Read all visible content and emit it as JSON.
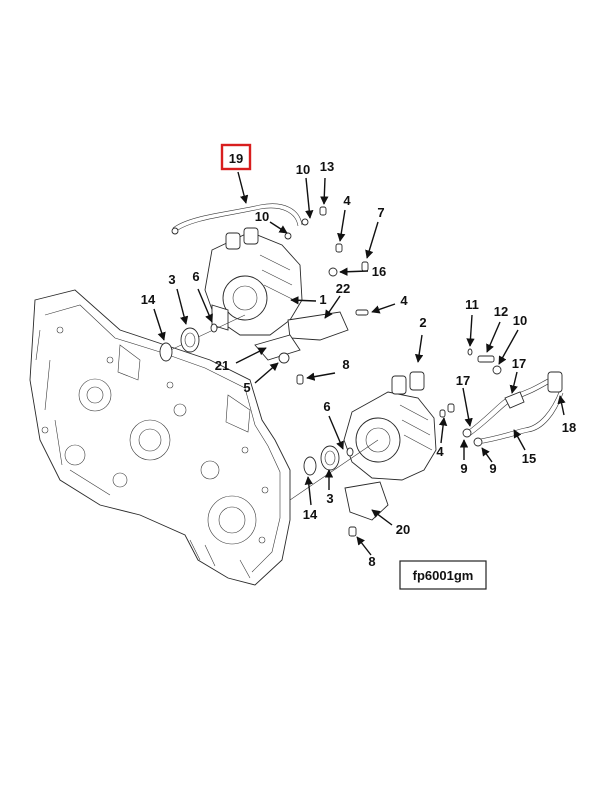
{
  "diagram": {
    "highlighted_callout": "19",
    "reference_code": "fp6001gm",
    "highlight_color": "#d81e1e",
    "callouts": [
      {
        "id": "c19",
        "label": "19"
      },
      {
        "id": "c10a",
        "label": "10"
      },
      {
        "id": "c13",
        "label": "13"
      },
      {
        "id": "c10b",
        "label": "10"
      },
      {
        "id": "c4a",
        "label": "4"
      },
      {
        "id": "c7",
        "label": "7"
      },
      {
        "id": "c16",
        "label": "16"
      },
      {
        "id": "c14a",
        "label": "14"
      },
      {
        "id": "c3a",
        "label": "3"
      },
      {
        "id": "c6a",
        "label": "6"
      },
      {
        "id": "c22",
        "label": "22"
      },
      {
        "id": "c1",
        "label": "1"
      },
      {
        "id": "c4b",
        "label": "4"
      },
      {
        "id": "c21",
        "label": "21"
      },
      {
        "id": "c5",
        "label": "5"
      },
      {
        "id": "c8a",
        "label": "8"
      },
      {
        "id": "c2",
        "label": "2"
      },
      {
        "id": "c11",
        "label": "11"
      },
      {
        "id": "c12",
        "label": "12"
      },
      {
        "id": "c10c",
        "label": "10"
      },
      {
        "id": "c17a",
        "label": "17"
      },
      {
        "id": "c17b",
        "label": "17"
      },
      {
        "id": "c18",
        "label": "18"
      },
      {
        "id": "c6b",
        "label": "6"
      },
      {
        "id": "c4c",
        "label": "4"
      },
      {
        "id": "c9a",
        "label": "9"
      },
      {
        "id": "c9b",
        "label": "9"
      },
      {
        "id": "c15",
        "label": "15"
      },
      {
        "id": "c3b",
        "label": "3"
      },
      {
        "id": "c14b",
        "label": "14"
      },
      {
        "id": "c20",
        "label": "20"
      },
      {
        "id": "c8b",
        "label": "8"
      }
    ]
  }
}
